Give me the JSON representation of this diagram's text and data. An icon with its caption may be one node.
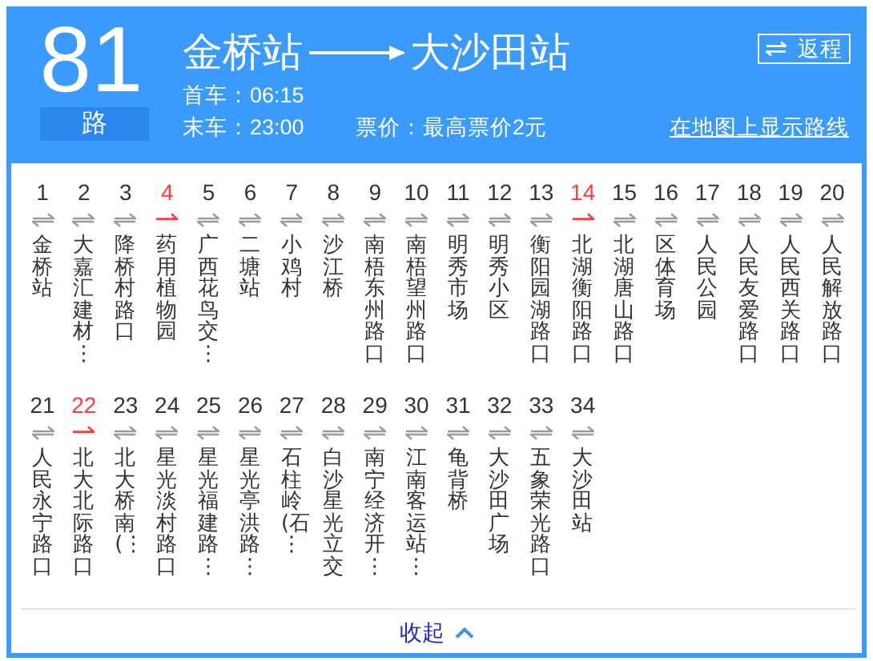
{
  "diagram": {
    "nodes": [
      {
        "text": [
          "81",
          "首车：06:15",
          "末车：23:00",
          "票价：最高票价2元",
          "在地图上显示路线"
        ]
      },
      {
        "text": [
          "路"
        ],
        "in": 0
      },
      {
        "text": [
          "金桥站"
        ],
        "in": 0
      },
      {
        "text": [
          "大沙田站"
        ],
        "in": 0
      },
      {
        "text": [
          "返程"
        ],
        "in": 0
      },
      {
        "text": [
          "收起"
        ]
      }
    ],
    "edges": [
      {
        "from": 2,
        "to": 3,
        "arrow": "to"
      }
    ],
    "labels": [
      "1",
      "金桥站",
      "2",
      "大嘉汇建材⋮",
      "3",
      "降桥村路口",
      "4",
      "药用植物园",
      "5",
      "广西花鸟交⋮",
      "6",
      "二塘站",
      "7",
      "小鸡村",
      "8",
      "沙江桥",
      "9",
      "南梧东州路口",
      "10",
      "南梧望州路口",
      "11",
      "明秀市场",
      "12",
      "明秀小区",
      "13",
      "衡阳园湖路口",
      "14",
      "北湖衡阳路口",
      "15",
      "北湖唐山路口",
      "16",
      "区体育场",
      "17",
      "人民公园",
      "18",
      "人民友爱路口",
      "19",
      "人民西关路口",
      "20",
      "人民解放路口",
      "21",
      "人民永宁路口",
      "22",
      "北大北际路口",
      "23",
      "北大桥南(⋮",
      "24",
      "星光淡村路口",
      "25",
      "星光福建路⋮",
      "26",
      "星光亭洪路⋮",
      "27",
      "石柱岭(石⋮",
      "28",
      "白沙星光立交",
      "29",
      "南宁经济开⋮",
      "30",
      "江南客运站⋮",
      "31",
      "龟背桥",
      "32",
      "大沙田广场",
      "33",
      "五象荣光路口",
      "34",
      "大沙田站"
    ]
  }
}
